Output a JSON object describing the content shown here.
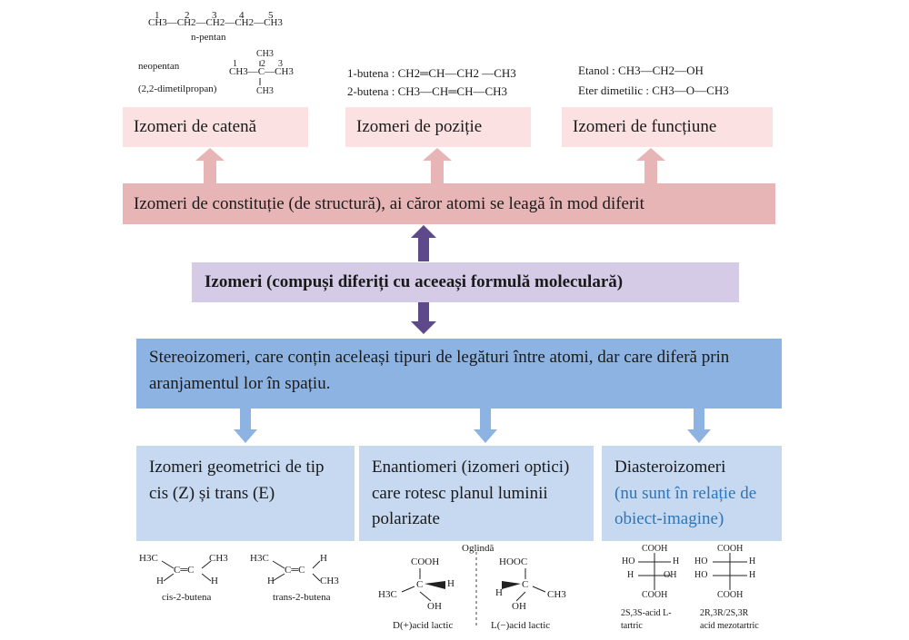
{
  "boxes": {
    "chain": "Izomeri de catenă",
    "position": "Izomeri de poziție",
    "function": "Izomeri de funcțiune",
    "constitution": "Izomeri de constituție (de structură), ai căror atomi se leagă în mod diferit",
    "isomers": "Izomeri (compuși diferiți cu aceeași formulă moleculară)",
    "stereo": "Stereoizomeri, care conțin aceleași tipuri de legături între atomi, dar care diferă prin aranjamentul lor în spațiu.",
    "geometric": "Izomeri geometrici de tip cis (Z) și trans (E)",
    "enantiomers": "Enantiomeri (izomeri optici) care rotesc planul luminii polarizate",
    "diastereo_title": "Diasteroizomeri",
    "diastereo_note": "(nu sunt în relație de obiect-imagine)"
  },
  "chain_examples": {
    "npentan_formula": "CH3—CH2—CH2—CH2—CH3",
    "npentan_label": "n-pentan",
    "neopentan_label": "neopentan",
    "neopentan_iupac": "(2,2-dimetilpropan)",
    "ch3": "CH3",
    "neo_main": "CH3—C—CH3",
    "numbers": [
      "1",
      "2",
      "3",
      "4",
      "5"
    ]
  },
  "position_examples": {
    "butena1": "1-butena : CH2═CH—CH2 —CH3",
    "butena2": "2-butena : CH3—CH═CH—CH3"
  },
  "function_examples": {
    "etanol": "Etanol : CH3—CH2—OH",
    "eter": "Eter dimetilic : CH3—O—CH3"
  },
  "geometric_examples": {
    "cis_label": "cis-2-butena",
    "trans_label": "trans-2-butena",
    "h3c": "H3C",
    "ch3": "CH3",
    "h": "H",
    "cc": "C═C"
  },
  "enantiomer_examples": {
    "mirror": "Oglindă",
    "cooh": "COOH",
    "hooc": "HOOC",
    "h3c": "H3C",
    "ch3": "CH3",
    "h": "H",
    "oh": "OH",
    "c": "C",
    "d_label": "D(+)acid  lactic",
    "l_label": "L(−)acid  lactic"
  },
  "diastereo_examples": {
    "cooh": "COOH",
    "ho": "HO",
    "h": "H",
    "oh": "OH",
    "label1_line1": "2S,3S-acid L-",
    "label1_line2": "tartric",
    "label2_line1": "2R,3R/2S,3R",
    "label2_line2": "acid mezotartric"
  },
  "colors": {
    "pink_light": "#fbe1e1",
    "pink_mid": "#e8b5b6",
    "lavender": "#d6cbe6",
    "blue_mid": "#8db3e2",
    "blue_light": "#c6d9f1",
    "arrow_purple": "#5e4a8b",
    "arrow_pink": "#e8b5b6",
    "arrow_blue": "#8db3e2"
  }
}
